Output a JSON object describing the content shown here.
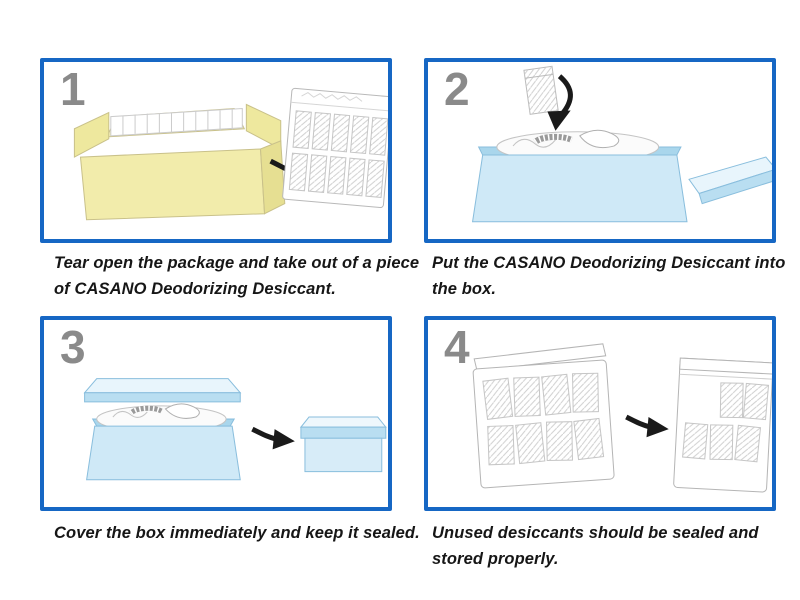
{
  "colors": {
    "panel_border": "#1667c4",
    "caption_text": "#161616",
    "step_number": "#8a8a8a",
    "cardboard_yellow": "#f2ecab",
    "shoebox_blue": "#cfe9f7",
    "lid_blue": "#b9def1",
    "outline_gray": "#b5b5b5",
    "arrow_black": "#1a1a1a"
  },
  "steps": [
    {
      "number": "1",
      "caption": "Tear open the package and take out of a piece of CASANO Deodorizing Desiccant."
    },
    {
      "number": "2",
      "caption": "Put the CASANO Deodorizing Desiccant into the box."
    },
    {
      "number": "3",
      "caption": "Cover the box immediately and keep it sealed."
    },
    {
      "number": "4",
      "caption": "Unused desiccants should be sealed and stored properly."
    }
  ]
}
